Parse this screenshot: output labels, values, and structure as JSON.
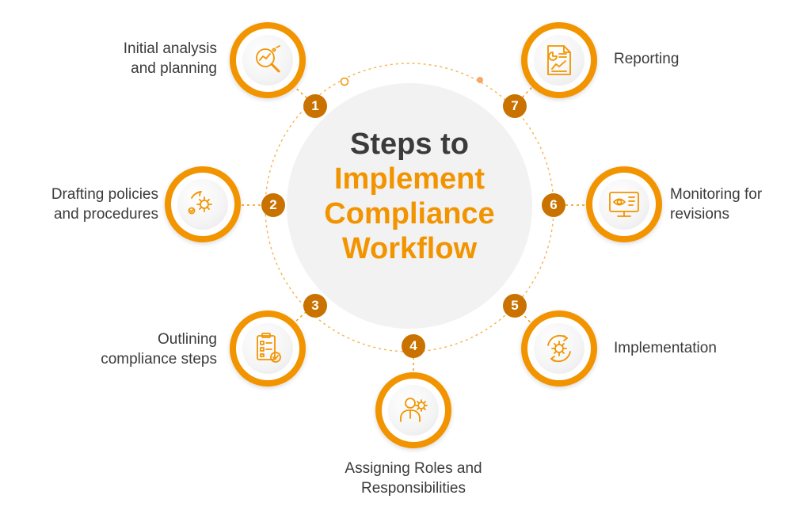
{
  "diagram": {
    "title_line1": "Steps to",
    "title_line2": "Implement",
    "title_line3": "Compliance",
    "title_line4": "Workflow",
    "colors": {
      "accent": "#f29400",
      "badge": "#c97200",
      "text": "#3b3b3b",
      "center_bg": "#f2f2f2"
    },
    "steps": [
      {
        "number": "1",
        "line1": "Initial analysis",
        "line2": "and planning",
        "icon": "analysis-magnifier-icon"
      },
      {
        "number": "2",
        "line1": "Drafting policies",
        "line2": "and procedures",
        "icon": "process-gear-icon"
      },
      {
        "number": "3",
        "line1": "Outlining",
        "line2": "compliance steps",
        "icon": "checklist-clipboard-icon"
      },
      {
        "number": "4",
        "line1": "Assigning Roles and",
        "line2": "Responsibilities",
        "icon": "person-gear-icon"
      },
      {
        "number": "5",
        "line1": "Implementation",
        "line2": "",
        "icon": "cycle-gear-icon"
      },
      {
        "number": "6",
        "line1": "Monitoring for",
        "line2": "revisions",
        "icon": "monitor-eye-icon"
      },
      {
        "number": "7",
        "line1": "Reporting",
        "line2": "",
        "icon": "report-document-icon"
      }
    ]
  }
}
